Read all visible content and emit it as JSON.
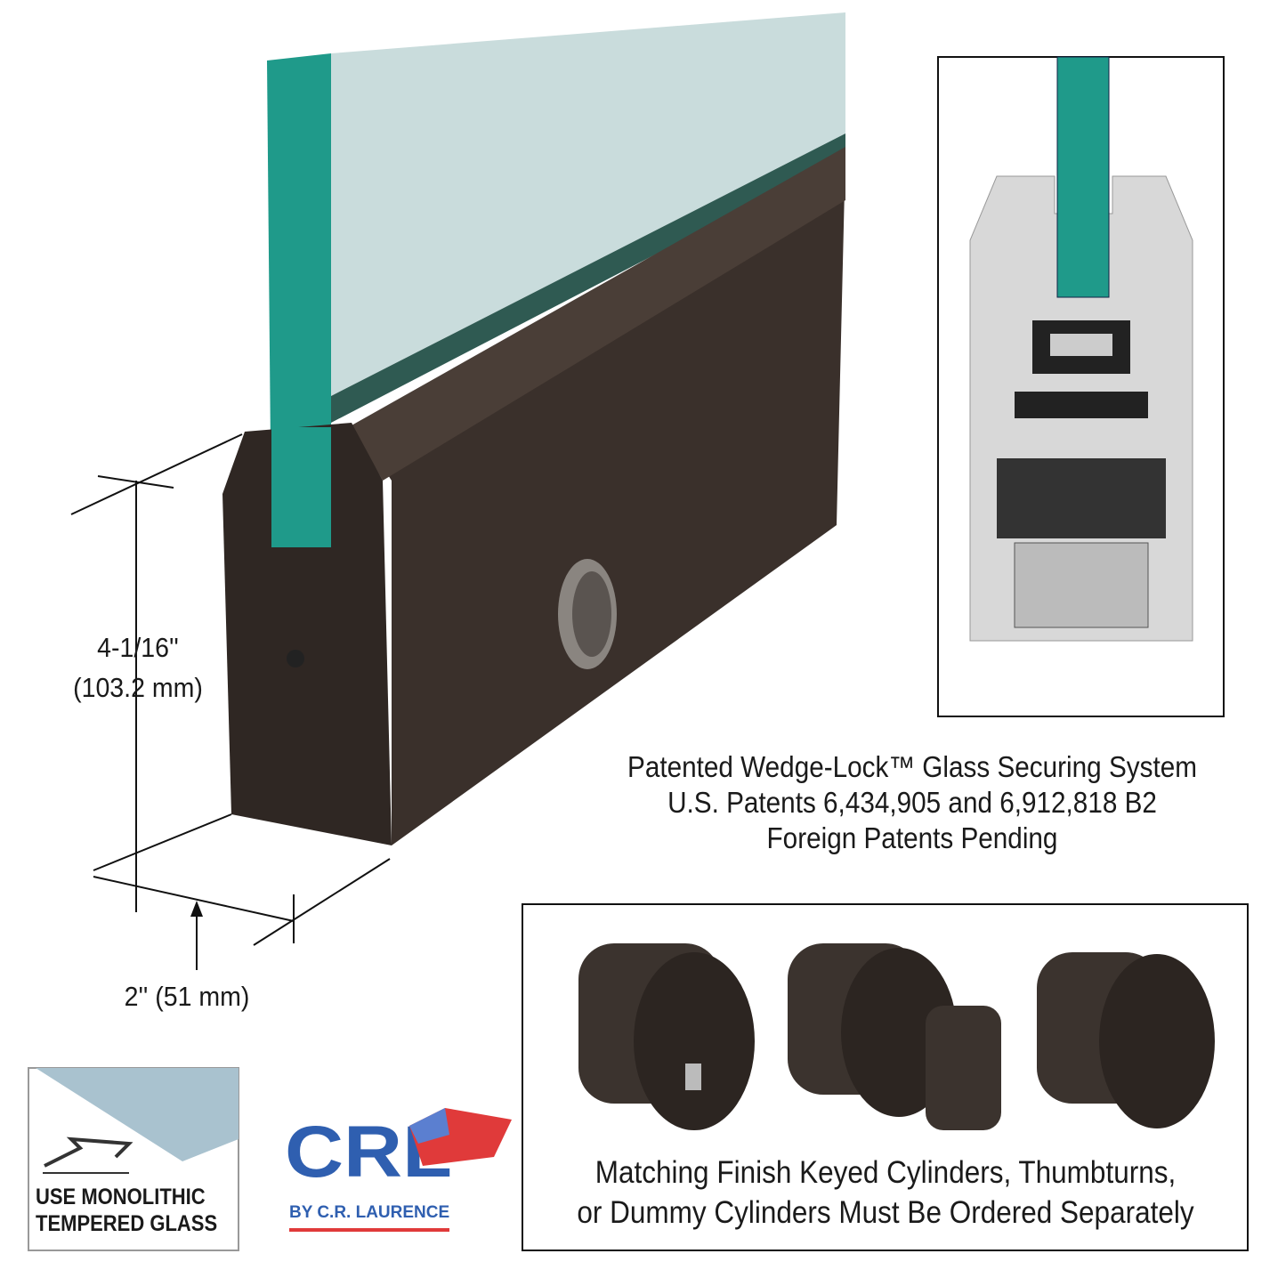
{
  "dimensions": {
    "height_in": "4-1/16''",
    "height_mm": "(103.2 mm)",
    "width": "2'' (51 mm)"
  },
  "patent_info": {
    "line1": "Patented Wedge-Lock™ Glass Securing System",
    "line2": "U.S. Patents 6,434,905 and 6,912,818 B2",
    "line3": "Foreign Patents Pending"
  },
  "cylinders": {
    "caption_line1": "Matching Finish Keyed Cylinders, Thumbturns,",
    "caption_line2": "or Dummy Cylinders Must Be Ordered Separately"
  },
  "glass_badge": {
    "line1": "USE MONOLITHIC",
    "line2": "TEMPERED GLASS"
  },
  "logo": {
    "brand": "CRL",
    "tagline": "BY C.R. LAURENCE"
  },
  "colors": {
    "bronze": "#3a302b",
    "glass_edge": "#1f9a8a",
    "glass_face": "#c9dcdc",
    "aluminum": "#d8d8d8",
    "logo_blue": "#2f5fb0",
    "logo_red": "#e03a3a"
  }
}
